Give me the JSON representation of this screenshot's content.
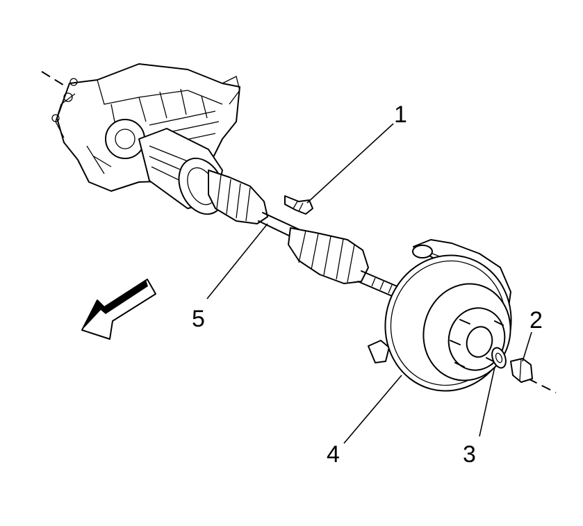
{
  "callouts": {
    "c1": "1",
    "c2": "2",
    "c3": "3",
    "c4": "4",
    "c5": "5"
  },
  "icons": {
    "direction": "front-direction-arrow-icon"
  },
  "colors": {
    "line": "#000000",
    "background": "#ffffff"
  }
}
